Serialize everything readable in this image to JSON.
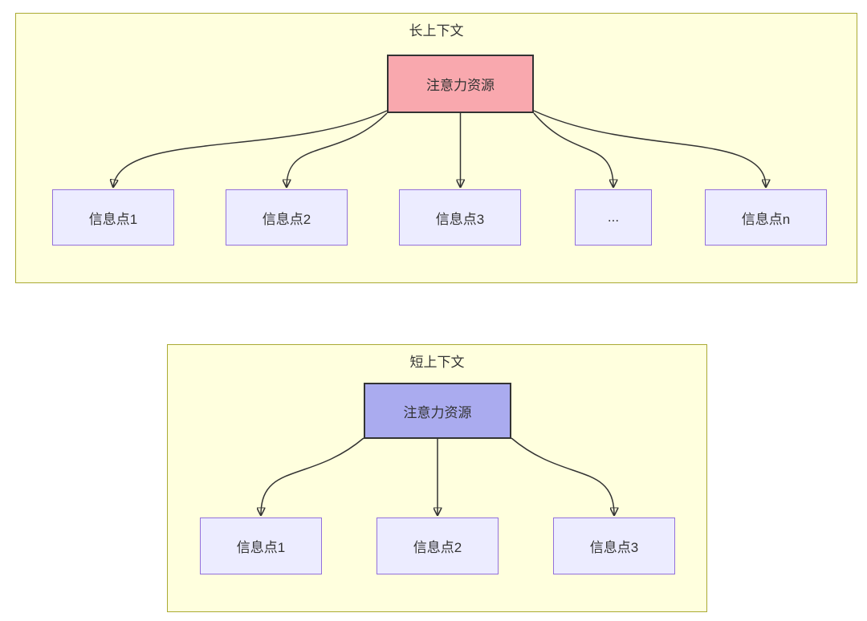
{
  "diagram": {
    "long_context": {
      "title": "长上下文",
      "root_label": "注意力资源",
      "children": [
        "信息点1",
        "信息点2",
        "信息点3",
        "...",
        "信息点n"
      ]
    },
    "short_context": {
      "title": "短上下文",
      "root_label": "注意力资源",
      "children": [
        "信息点1",
        "信息点2",
        "信息点3"
      ]
    },
    "colors": {
      "section_fill": "#ffffde",
      "section_border": "#aaaa33",
      "long_root_fill": "#f9a8ae",
      "short_root_fill": "#aaabef",
      "child_fill": "#ececff",
      "child_border": "#9370db",
      "edge": "#333333",
      "text": "#333333"
    }
  }
}
